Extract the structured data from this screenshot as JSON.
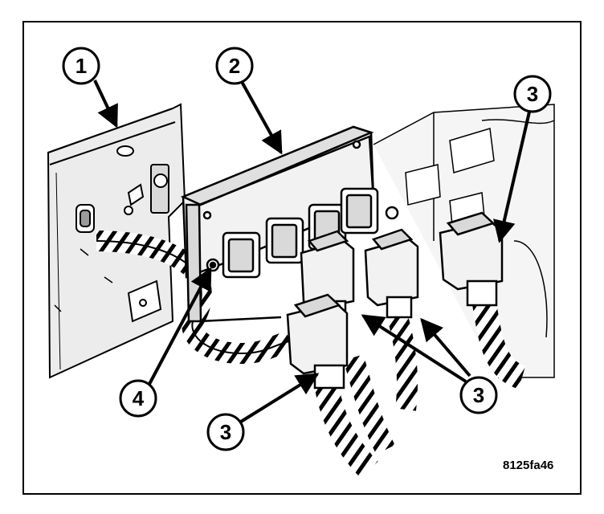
{
  "figure": {
    "code": "8125fa46",
    "callouts": [
      {
        "number": "1"
      },
      {
        "number": "2"
      },
      {
        "number": "3"
      },
      {
        "number": "4"
      },
      {
        "number": "3"
      },
      {
        "number": "3"
      }
    ]
  },
  "colors": {
    "line": "#000000",
    "background": "#ffffff",
    "shade": "#d9d9d9",
    "dark_shade": "#9a9a9a"
  }
}
